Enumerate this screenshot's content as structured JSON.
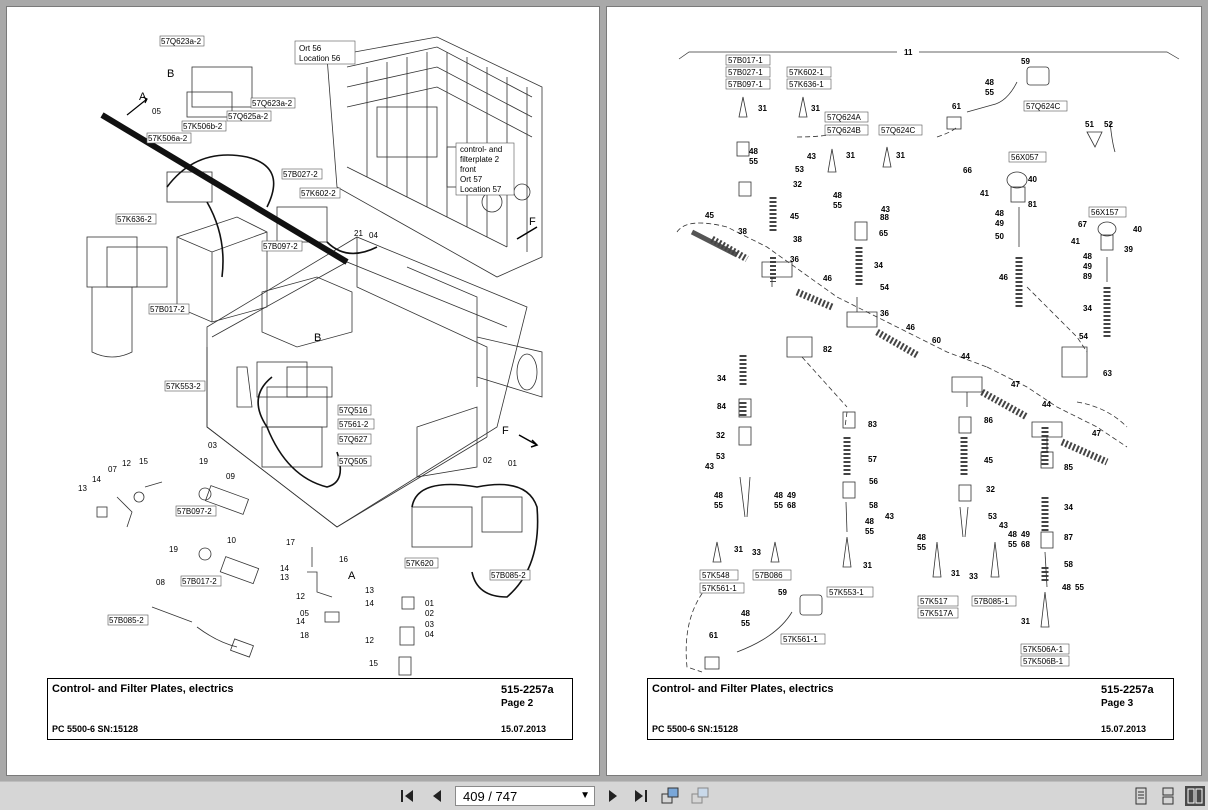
{
  "left_page": {
    "title": "Control- and Filter Plates, electrics",
    "doc_number": "515-2257a",
    "page": "Page 2",
    "model": "PC 5500-6 SN:15128",
    "date": "15.07.2013",
    "labels": {
      "q623a": "57Q623a-2",
      "q623a2": "57Q623a-2",
      "q625a": "57Q625a-2",
      "k506b": "57K506b-2",
      "k506a": "57K506a-2",
      "b027": "57B027-2",
      "k602": "57K602-2",
      "k636": "57K636-2",
      "b097": "57B097-2",
      "b017": "57B017-2",
      "k553": "57K553-2",
      "q516": "57Q516",
      "k561": "57561-2",
      "q627": "57Q627",
      "q505": "57Q505",
      "k620": "57K620",
      "b085": "57B085-2",
      "b097b": "57B097-2",
      "b017b": "57B017-2",
      "b085b": "57B085-2",
      "ort56a": "Ort 56",
      "ort56b": "Location 56",
      "cf1": "control- and",
      "cf2": "filterplate 2",
      "cf3": "front",
      "cf4": "Ort 57",
      "cf5": "Location 57",
      "A": "A",
      "B": "B",
      "F": "F",
      "n05": "05",
      "n21": "21",
      "n04": "04",
      "n03": "03",
      "n02": "02",
      "n01": "01",
      "n13": "13",
      "n14": "14",
      "n07": "07",
      "n12": "12",
      "n15": "15",
      "n19": "19",
      "n09": "09",
      "n10": "10",
      "n08": "08",
      "n17": "17",
      "n16": "16",
      "n14b": "14",
      "n13b": "13",
      "n12b": "12",
      "n05b": "05",
      "n14c": "14",
      "n18": "18",
      "n13c": "13",
      "n14d": "14",
      "n01b": "01",
      "n02b": "02",
      "n03b": "03",
      "n04b": "04",
      "n12c": "12",
      "n15b": "15"
    }
  },
  "right_page": {
    "title": "Control- and Filter Plates, electrics",
    "doc_number": "515-2257a",
    "page": "Page 3",
    "model": "PC 5500-6 SN:15128",
    "date": "15.07.2013",
    "labels": {
      "b017": "57B017-1",
      "b027": "57B027-1",
      "b097": "57B097-1",
      "k602": "57K602-1",
      "k636": "57K636-1",
      "q624a": "57Q624A",
      "q624b": "57Q624B",
      "q624c": "57Q624C",
      "q624c2": "57Q624C",
      "x057": "56X057",
      "x157": "56X157",
      "k548": "57K548",
      "k561": "57K561-1",
      "b086": "57B086",
      "k553": "57K553-1",
      "k561b": "57K561-1",
      "k517": "57K517",
      "k517a": "57K517A",
      "b085": "57B085-1",
      "k506a": "57K506A-1",
      "k506b": "57K506B-1",
      "n11": "11",
      "n59": "59",
      "n48": "48",
      "n55": "55",
      "n61": "61",
      "n51": "51",
      "n52": "52",
      "n31a": "31",
      "n31b": "31",
      "n31c": "31",
      "n31d": "31",
      "n53": "53",
      "n43": "43",
      "n32": "32",
      "n45": "45",
      "n38": "38",
      "n36": "36",
      "n46": "46",
      "n88": "88",
      "n65": "65",
      "n34": "34",
      "n54": "54",
      "n60": "60",
      "n82": "82",
      "n44": "44",
      "n47": "47",
      "n86": "86",
      "n85": "85",
      "n87": "87",
      "n58": "58",
      "n84": "84",
      "n83": "83",
      "n57": "57",
      "n56": "56",
      "n66": "66",
      "n40": "40",
      "n41": "41",
      "n81": "81",
      "n49": "49",
      "n50": "50",
      "n67": "67",
      "n39": "39",
      "n89": "89",
      "n63": "63",
      "n68": "68",
      "n33": "33"
    }
  },
  "toolbar": {
    "page_indicator": "409 / 747",
    "icons": [
      "first-page-icon",
      "prev-page-icon",
      "next-page-icon",
      "last-page-icon",
      "rotate-icon",
      "fit-icon",
      "view-single-icon",
      "view-continuous-icon",
      "view-facing-icon"
    ]
  }
}
